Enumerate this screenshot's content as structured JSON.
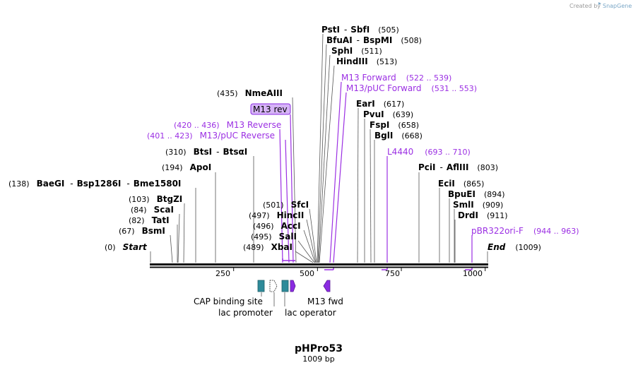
{
  "credit": {
    "prefix": "Created by",
    "brand": "SnapGene"
  },
  "plasmid": {
    "name": "pHPro53",
    "length": "1009 bp"
  },
  "start_label": {
    "pos": "(0)",
    "name": "Start"
  },
  "end_label": {
    "name": "End",
    "pos": "(1009)"
  },
  "sites": [
    {
      "id": "psti",
      "parts": [
        "PstI",
        "SbfI"
      ],
      "pos": "(505)",
      "bp": 505
    },
    {
      "id": "bfuai",
      "parts": [
        "BfuAI",
        "BspMI"
      ],
      "pos": "(508)",
      "bp": 508
    },
    {
      "id": "sphi",
      "parts": [
        "SphI"
      ],
      "pos": "(511)",
      "bp": 511
    },
    {
      "id": "hindiii",
      "parts": [
        "HindIII"
      ],
      "pos": "(513)",
      "bp": 513
    },
    {
      "id": "nmeaiii",
      "parts": [
        "NmeAIII"
      ],
      "pos": "(435)",
      "bp": 435
    },
    {
      "id": "btsi",
      "parts": [
        "BtsI",
        "BtsαI"
      ],
      "pos": "(310)",
      "bp": 310
    },
    {
      "id": "apoi",
      "parts": [
        "ApoI"
      ],
      "pos": "(194)",
      "bp": 194
    },
    {
      "id": "baegi",
      "parts": [
        "BaeGI",
        "Bsp1286I",
        "Bme1580I"
      ],
      "pos": "(138)",
      "bp": 138
    },
    {
      "id": "btgzi",
      "parts": [
        "BtgZI"
      ],
      "pos": "(103)",
      "bp": 103
    },
    {
      "id": "scai",
      "parts": [
        "ScaI"
      ],
      "pos": "(84)",
      "bp": 84
    },
    {
      "id": "tati",
      "parts": [
        "TatI"
      ],
      "pos": "(82)",
      "bp": 82
    },
    {
      "id": "bsmi",
      "parts": [
        "BsmI"
      ],
      "pos": "(67)",
      "bp": 67
    },
    {
      "id": "sfci",
      "parts": [
        "SfcI"
      ],
      "pos": "(501)",
      "bp": 501
    },
    {
      "id": "hincii",
      "parts": [
        "HincII"
      ],
      "pos": "(497)",
      "bp": 497
    },
    {
      "id": "acci",
      "parts": [
        "AccI"
      ],
      "pos": "(496)",
      "bp": 496
    },
    {
      "id": "sali",
      "parts": [
        "SalI"
      ],
      "pos": "(495)",
      "bp": 495
    },
    {
      "id": "xbai",
      "parts": [
        "XbaI"
      ],
      "pos": "(489)",
      "bp": 489
    },
    {
      "id": "eari",
      "parts": [
        "EarI"
      ],
      "pos": "(617)",
      "bp": 617
    },
    {
      "id": "pvui",
      "parts": [
        "PvuI"
      ],
      "pos": "(639)",
      "bp": 639
    },
    {
      "id": "fspi",
      "parts": [
        "FspI"
      ],
      "pos": "(658)",
      "bp": 658
    },
    {
      "id": "bgli",
      "parts": [
        "BglI"
      ],
      "pos": "(668)",
      "bp": 668
    },
    {
      "id": "pcii",
      "parts": [
        "PciI",
        "AflIII"
      ],
      "pos": "(803)",
      "bp": 803
    },
    {
      "id": "ecii",
      "parts": [
        "EciI"
      ],
      "pos": "(865)",
      "bp": 865
    },
    {
      "id": "bpuei",
      "parts": [
        "BpuEI"
      ],
      "pos": "(894)",
      "bp": 894
    },
    {
      "id": "smli",
      "parts": [
        "SmlI"
      ],
      "pos": "(909)",
      "bp": 909
    },
    {
      "id": "drdi",
      "parts": [
        "DrdI"
      ],
      "pos": "(911)",
      "bp": 911
    }
  ],
  "primers": [
    {
      "id": "m13-forward",
      "name": "M13 Forward",
      "range": "(522 .. 539)",
      "direction": "forward"
    },
    {
      "id": "m13-puc-forward",
      "name": "M13/pUC Forward",
      "range": "(531 .. 553)",
      "direction": "forward"
    },
    {
      "id": "m13-reverse",
      "name": "M13 Reverse",
      "range": "(420 .. 436)",
      "direction": "reverse"
    },
    {
      "id": "m13-puc-reverse",
      "name": "M13/pUC Reverse",
      "range": "(401 .. 423)",
      "direction": "reverse"
    },
    {
      "id": "l4440",
      "name": "L4440",
      "range": "(693 .. 710)",
      "direction": "forward"
    },
    {
      "id": "pbr322ori-f",
      "name": "pBR322ori-F",
      "range": "(944 .. 963)",
      "direction": "forward"
    }
  ],
  "boxed_primer": {
    "name": "M13 rev"
  },
  "axis": {
    "min": 0,
    "max": 1009,
    "ticks": [
      "250",
      "500",
      "750",
      "1000"
    ]
  },
  "features": [
    {
      "id": "cap-binding-site",
      "label": "CAP binding site",
      "color": "#2e8b9a"
    },
    {
      "id": "lac-promoter",
      "label": "lac promoter",
      "color": "#ffffff"
    },
    {
      "id": "lac-operator",
      "label": "lac operator",
      "color": "#2e8b9a"
    },
    {
      "id": "m13-rev-feature",
      "label": "",
      "color": "#8b2be2"
    },
    {
      "id": "m13-fwd",
      "label": "M13 fwd",
      "color": "#8b2be2"
    }
  ],
  "colors": {
    "primer": "#9b2fe3",
    "feature_teal": "#2e8b9a",
    "feature_purple": "#8b2be2",
    "line": "#555555"
  }
}
